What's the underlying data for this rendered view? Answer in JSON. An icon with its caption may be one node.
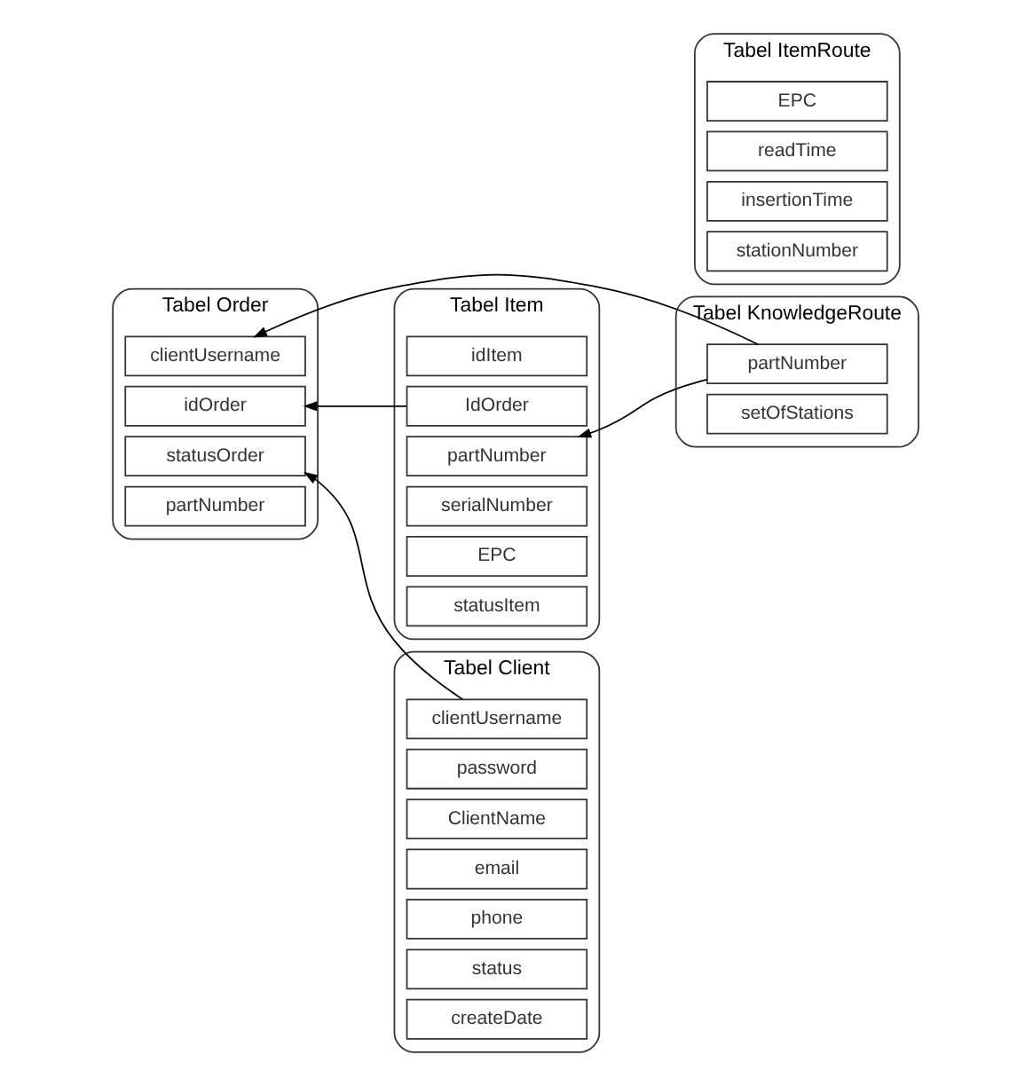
{
  "diagram": {
    "nodes": [
      {
        "text": [
          "Tabel Order"
        ]
      },
      {
        "text": [
          "idOrder"
        ],
        "in": 0
      },
      {
        "text": [
          "statusOrder"
        ],
        "in": 0
      },
      {
        "text": [
          "clientUsername"
        ],
        "in": 0
      },
      {
        "text": [
          "partNumber"
        ],
        "in": 0
      },
      {
        "text": [
          "Tabel Item"
        ]
      },
      {
        "text": [
          "idItem"
        ],
        "in": 5
      },
      {
        "text": [
          "IdOrder"
        ],
        "in": 5
      },
      {
        "text": [
          "partNumber"
        ],
        "in": 5
      },
      {
        "text": [
          "serialNumber"
        ],
        "in": 5
      },
      {
        "text": [
          "EPC"
        ],
        "in": 5
      },
      {
        "text": [
          "statusItem"
        ],
        "in": 5
      },
      {
        "text": [
          "Tabel KnowledgeRoute"
        ]
      },
      {
        "text": [
          "partNumber"
        ],
        "in": 12
      },
      {
        "text": [
          "setOfStations"
        ],
        "in": 12
      },
      {
        "text": [
          "Tabel Client"
        ]
      },
      {
        "text": [
          "clientUsername"
        ],
        "in": 15
      },
      {
        "text": [
          "password"
        ],
        "in": 15
      },
      {
        "text": [
          "ClientName"
        ],
        "in": 15
      },
      {
        "text": [
          "email"
        ],
        "in": 15
      },
      {
        "text": [
          "phone"
        ],
        "in": 15
      },
      {
        "text": [
          "status"
        ],
        "in": 15
      },
      {
        "text": [
          "createDate"
        ],
        "in": 15
      },
      {
        "text": [
          "Tabel ItemRoute"
        ]
      },
      {
        "text": [
          "EPC"
        ],
        "in": 23
      },
      {
        "text": [
          "readTime"
        ],
        "in": 23
      },
      {
        "text": [
          "insertionTime"
        ],
        "in": 23
      },
      {
        "text": [
          "stationNumber"
        ],
        "in": 23
      }
    ],
    "edges": [
      {
        "from": 7,
        "to": 1,
        "arrow": "to"
      },
      {
        "from": 16,
        "to": 2,
        "arrow": "to"
      },
      {
        "from": 13,
        "to": 3,
        "arrow": "to"
      },
      {
        "from": 13,
        "to": 8,
        "arrow": "to"
      }
    ]
  }
}
